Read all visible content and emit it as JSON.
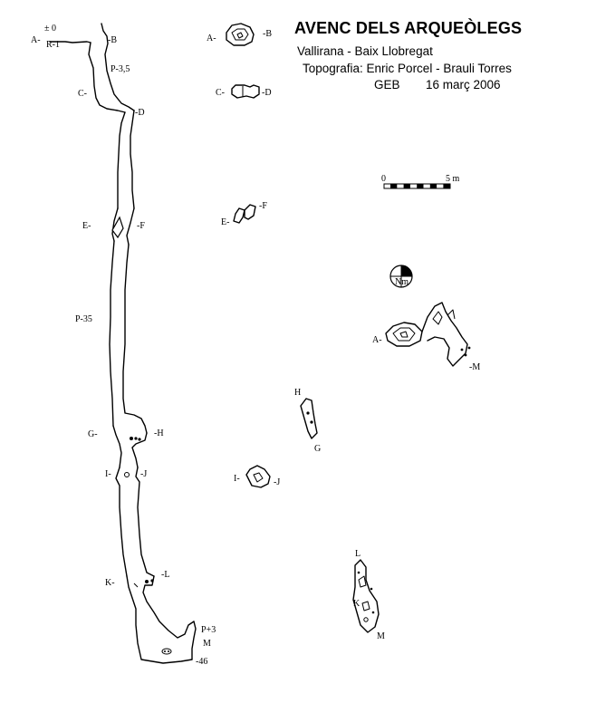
{
  "header": {
    "title": "AVENC DELS ARQUEÒLEGS",
    "location": "Vallirana - Baix Llobregat",
    "survey_credit": "Topografia: Enric Porcel - Brauli Torres",
    "club": "GEB",
    "date": "16 març 2006"
  },
  "scale_bar": {
    "min_label": "0",
    "max_label": "5 m"
  },
  "north_arrow": {
    "letters": "Nm"
  },
  "section": {
    "depth_top": "± 0",
    "depth_bottom": "-46",
    "pitches": {
      "r1": "R-1",
      "p35a": "P-3,5",
      "p35": "P-35",
      "p3": "P+3"
    },
    "labels": {
      "A": "A-",
      "B": "-B",
      "C": "C-",
      "D": "-D",
      "E": "E-",
      "F": "-F",
      "G": "G-",
      "H": "-H",
      "I": "I-",
      "J": "-J",
      "K": "K-",
      "L": "-L",
      "M": "M"
    }
  },
  "cross_sections": {
    "AB": {
      "left": "A-",
      "right": "-B"
    },
    "CD": {
      "left": "C-",
      "right": "-D"
    },
    "EF": {
      "left": "E-",
      "right": "-F"
    },
    "IJ": {
      "left": "I-",
      "right": "-J"
    }
  },
  "plan": {
    "upper": {
      "a": "A-",
      "m": "-M"
    },
    "middle": {
      "h": "H",
      "g": "G"
    },
    "lower": {
      "l": "L",
      "k": "K",
      "m": "M"
    }
  }
}
